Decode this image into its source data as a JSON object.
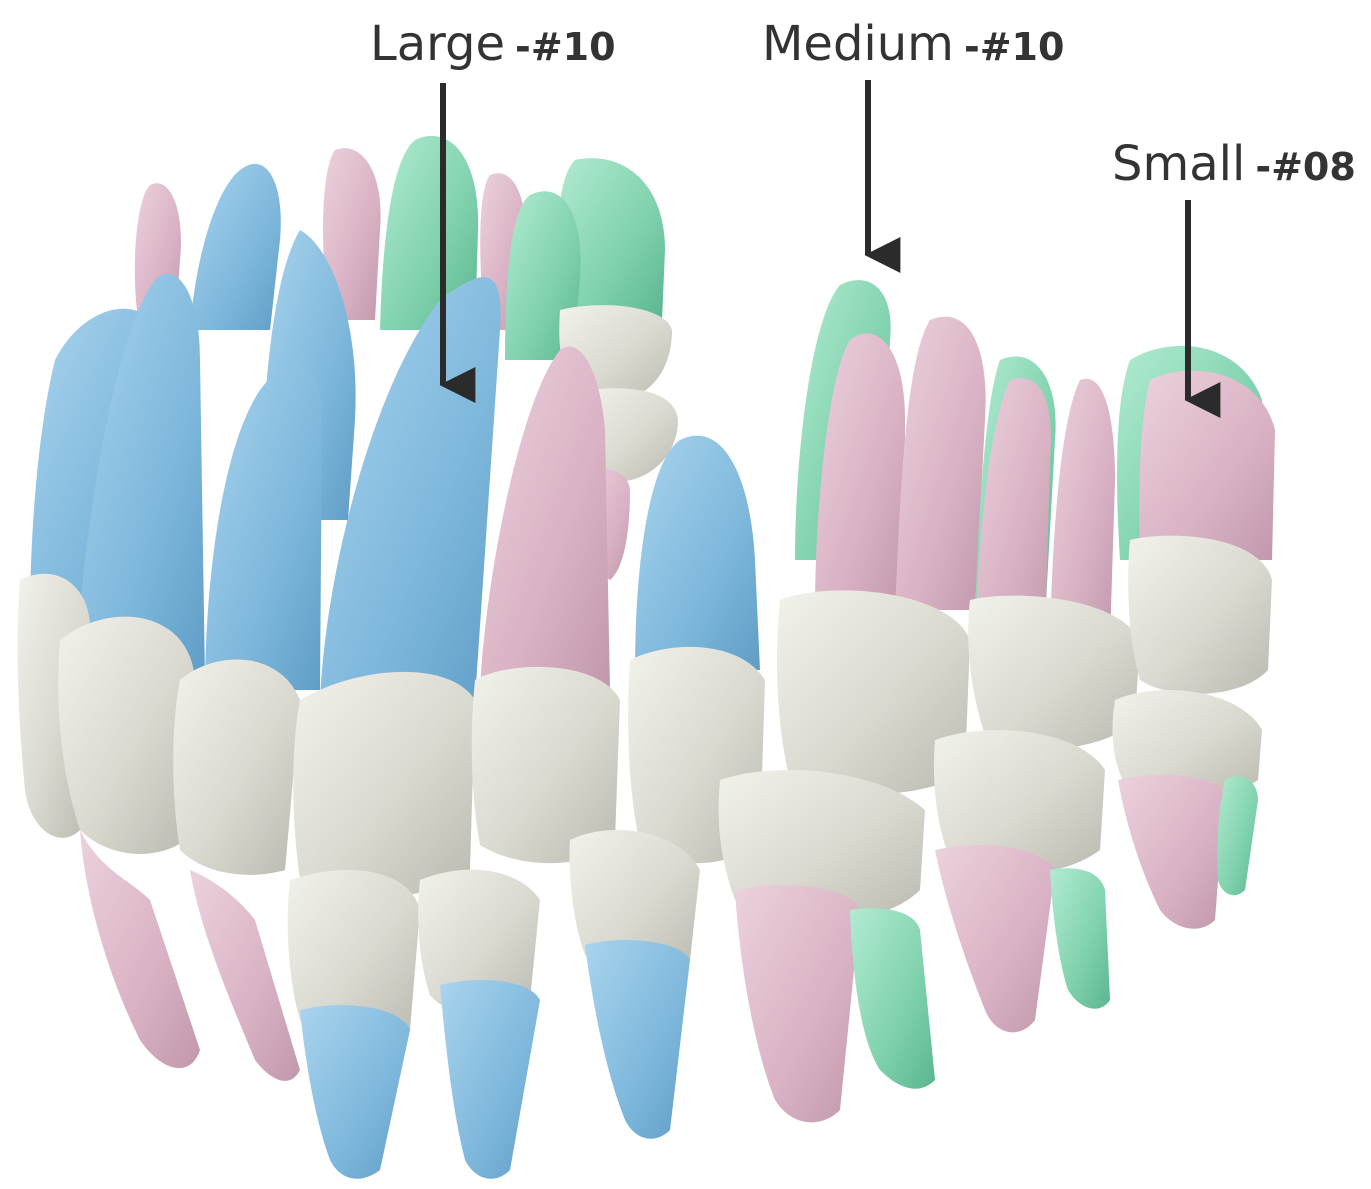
{
  "image": {
    "subject": "3D rendered dental arch (upper and lower teeth)",
    "colors": {
      "enamel": "#dcdcd4",
      "root_blue": "#86bedf",
      "root_pink": "#ddb7c9",
      "root_green": "#7fd3b0",
      "arrow": "#2b2b2b"
    }
  },
  "callouts": [
    {
      "name": "Large",
      "code": "-#10"
    },
    {
      "name": "Medium",
      "code": "-#10"
    },
    {
      "name": "Small",
      "code": "-#08"
    }
  ]
}
